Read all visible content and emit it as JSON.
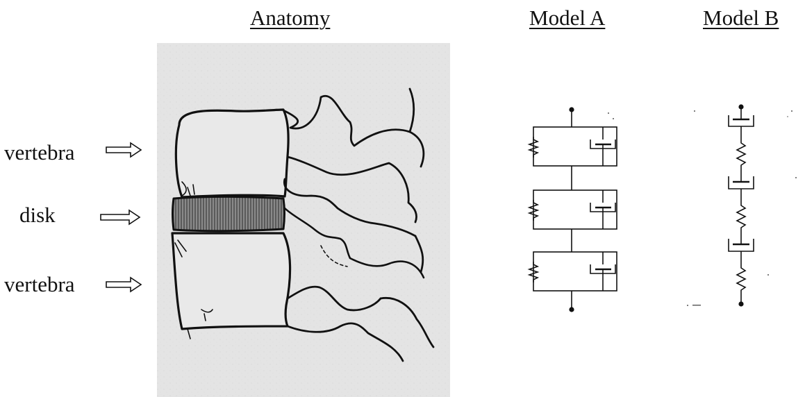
{
  "headings": {
    "anatomy": "Anatomy",
    "model_a": "Model A",
    "model_b": "Model B"
  },
  "labels": {
    "top": "vertebra",
    "middle": "disk",
    "bottom": "vertebra"
  },
  "colors": {
    "background": "#ffffff",
    "ink": "#111111",
    "anatomy_panel": "#e4e4e4"
  },
  "icons": [
    "hollow-arrow-icon",
    "spring-icon",
    "dashpot-icon"
  ]
}
